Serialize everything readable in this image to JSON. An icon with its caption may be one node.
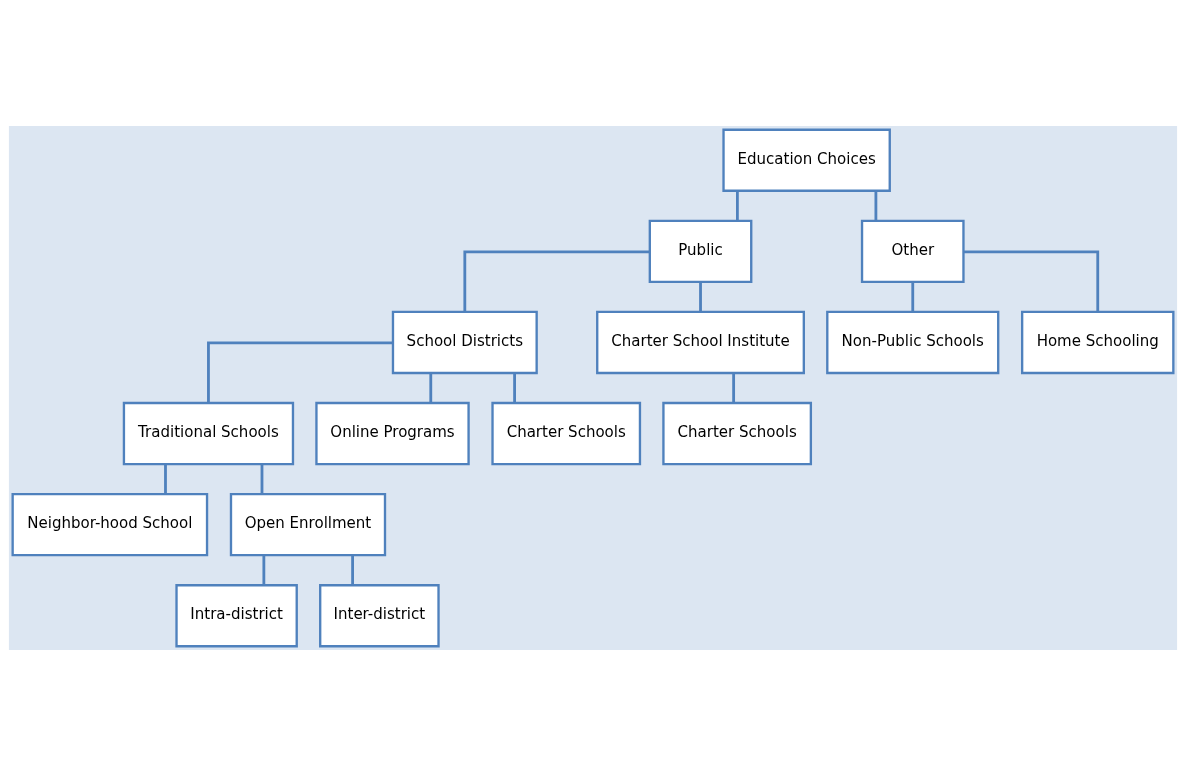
{
  "diagram": {
    "nodes": [
      {
        "text": [
          "Education Choices"
        ]
      },
      {
        "text": [
          "Public"
        ]
      },
      {
        "text": [
          "Other"
        ]
      },
      {
        "text": [
          "School Districts"
        ]
      },
      {
        "text": [
          "Charter School Institute"
        ]
      },
      {
        "text": [
          "Non-Public Schools"
        ]
      },
      {
        "text": [
          "Home Schooling"
        ]
      },
      {
        "text": [
          "Traditional Schools"
        ]
      },
      {
        "text": [
          "Online Programs"
        ]
      },
      {
        "text": [
          "Charter Schools"
        ]
      },
      {
        "text": [
          "Charter Schools"
        ]
      },
      {
        "text": [
          "Neighbor-hood School"
        ]
      },
      {
        "text": [
          "Open Enrollment"
        ]
      },
      {
        "text": [
          "Intra-district"
        ]
      },
      {
        "text": [
          "Inter-district"
        ]
      }
    ],
    "edges": [
      {
        "from": 0,
        "to": 1,
        "arrow": "none"
      },
      {
        "from": 0,
        "to": 2,
        "arrow": "none"
      },
      {
        "from": 1,
        "to": 3,
        "arrow": "none"
      },
      {
        "from": 1,
        "to": 4,
        "arrow": "none"
      },
      {
        "from": 2,
        "to": 5,
        "arrow": "none"
      },
      {
        "from": 2,
        "to": 6,
        "arrow": "none"
      },
      {
        "from": 3,
        "to": 7,
        "arrow": "none"
      },
      {
        "from": 3,
        "to": 8,
        "arrow": "none"
      },
      {
        "from": 3,
        "to": 9,
        "arrow": "none"
      },
      {
        "from": 4,
        "to": 10,
        "arrow": "none"
      },
      {
        "from": 7,
        "to": 11,
        "arrow": "none"
      },
      {
        "from": 7,
        "to": 12,
        "arrow": "none"
      },
      {
        "from": 12,
        "to": 13,
        "arrow": "none"
      },
      {
        "from": 12,
        "to": 14,
        "arrow": "none"
      }
    ]
  }
}
